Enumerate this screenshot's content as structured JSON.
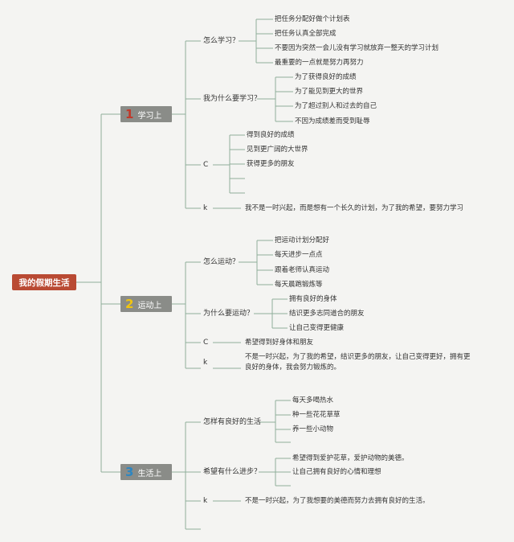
{
  "root": "我的假期生活",
  "colors": {
    "root": "#b94a33",
    "category": "#8a8c88",
    "line": "#8fae9a",
    "num1": "#c0392b",
    "num2": "#f1c40f",
    "num3": "#2e86c1"
  },
  "cat1": {
    "num": "1",
    "label": "学习上",
    "q1": {
      "label": "怎么学习？",
      "items": [
        "把任务分配好做个计划表",
        "把任务认真全部完成",
        "不要因为突然一会儿没有学习就放弃一整天的学习计划",
        "最重要的一点就是努力再努力"
      ]
    },
    "q2": {
      "label": "我为什么要学习？",
      "items": [
        "为了获得良好的成绩",
        "为了能见到更大的世界",
        "为了超过别人和过去的自己",
        "不因为成绩差而受到耻辱"
      ]
    },
    "c": {
      "label": "C",
      "items": [
        "得到良好的成绩",
        "见到更广阔的大世界",
        "获得更多的朋友"
      ]
    },
    "k": {
      "label": "k",
      "text": "我不是一时兴起，而是想有一个长久的计划，为了我的希望，要努力学习"
    }
  },
  "cat2": {
    "num": "2",
    "label": "运动上",
    "q1": {
      "label": "怎么运动？",
      "items": [
        "把运动计划分配好",
        "每天进步一点点",
        "跟着老师认真运动",
        "每天晨跑锻炼等"
      ]
    },
    "q2": {
      "label": "为什么要运动？",
      "items": [
        "拥有良好的身体",
        "结识更多志同道合的朋友",
        "让自己变得更健康"
      ]
    },
    "c": {
      "label": "C",
      "text": "希望得到好身体和朋友"
    },
    "k": {
      "label": "k",
      "text": "不是一时兴起，为了我的希望，结识更多的朋友，让自己变得更好，拥有更良好的身体，我会努力锻炼的。"
    }
  },
  "cat3": {
    "num": "3",
    "label": "生活上",
    "q1": {
      "label": "怎样有良好的生活",
      "items": [
        "每天多喝热水",
        "种一些花花草草",
        "养一些小动物"
      ]
    },
    "q2": {
      "label": "希望有什么进步？",
      "items": [
        "希望得到爱护花草，爱护动物的美德。",
        "让自己拥有良好的心情和理想"
      ]
    },
    "k": {
      "label": "k",
      "text": "不是一时兴起，为了我想要的美德而努力去拥有良好的生活。"
    }
  }
}
